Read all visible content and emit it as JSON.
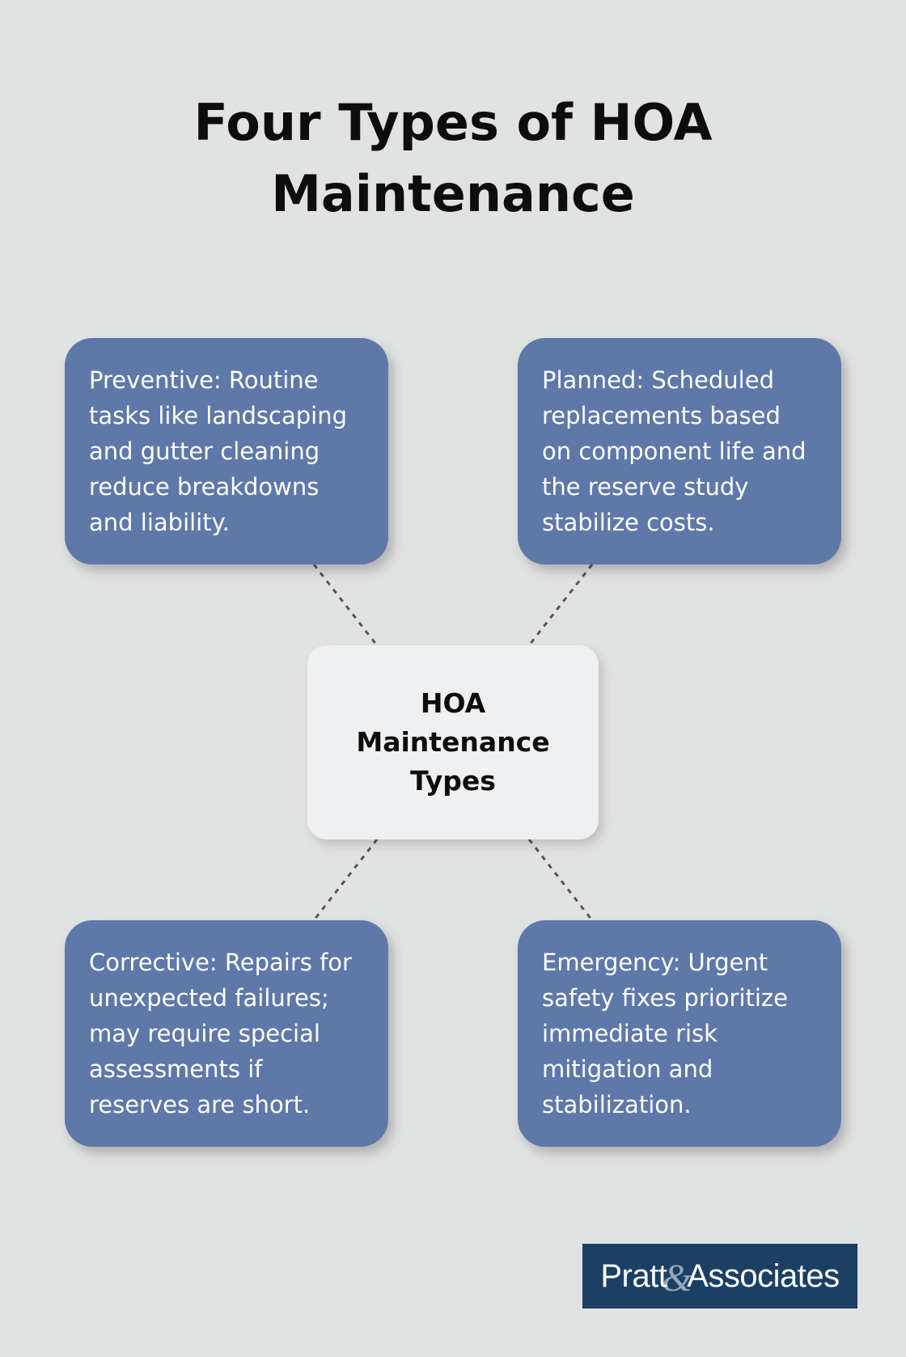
{
  "title": {
    "line1": "Four Types of HOA",
    "line2": "Maintenance"
  },
  "center": {
    "line1": "HOA",
    "line2": "Maintenance",
    "line3": "Types"
  },
  "cards": [
    {
      "lines": [
        "Preventive: Routine",
        "tasks like landscaping",
        "and gutter cleaning",
        "reduce breakdowns",
        "and liability."
      ]
    },
    {
      "lines": [
        "Planned: Scheduled",
        "replacements based",
        "on component life and",
        "the reserve study",
        "stabilize costs."
      ]
    },
    {
      "lines": [
        "Corrective: Repairs for",
        "unexpected failures;",
        "may require special",
        "assessments if",
        "reserves are short."
      ]
    },
    {
      "lines": [
        "Emergency: Urgent",
        "safety fixes prioritize",
        "immediate risk",
        "mitigation and",
        "stabilization."
      ]
    }
  ],
  "logo": {
    "left": "Pratt",
    "amp": "&",
    "right": "Associates"
  },
  "colors": {
    "background": "#e1e2e2",
    "card": "#5f78aa",
    "center_box": "#eff0f1",
    "connector": "#555555",
    "logo_bg": "#1c3f64"
  }
}
